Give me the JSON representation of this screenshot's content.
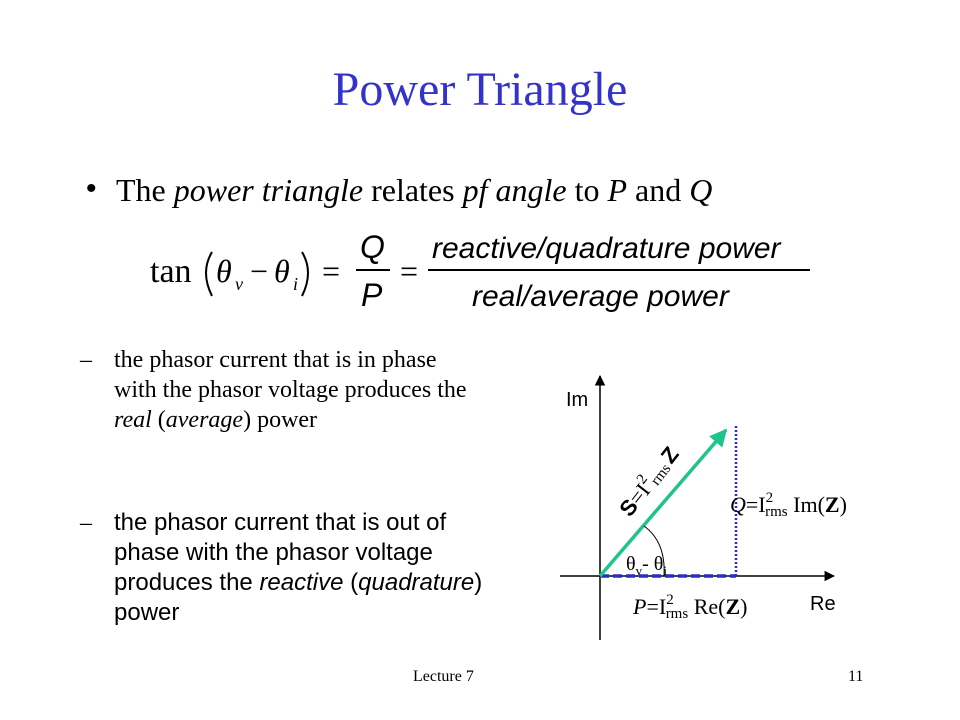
{
  "slide": {
    "title": "Power Triangle",
    "bullet": {
      "dot": "•",
      "text_1": "The ",
      "text_2": "power triangle",
      "text_3": " relates ",
      "text_4": "pf angle",
      "text_5": " to ",
      "text_6": "P",
      "text_7": " and ",
      "text_8": "Q"
    },
    "equation": {
      "lhs_func": "tan",
      "lhs_theta_v": "θ",
      "lhs_sub_v": "v",
      "lhs_minus": "−",
      "lhs_theta_i": "θ",
      "lhs_sub_i": "i",
      "eq1": "=",
      "frac1_num": "Q",
      "frac1_den": "P",
      "eq2": "=",
      "frac2_num": "reactive/quadrature power",
      "frac2_den": "real/average power"
    },
    "sub_bullets": [
      {
        "dash": "–",
        "parts": [
          "the phasor current that is in phase with the phasor voltage produces the ",
          "real",
          " (",
          "average",
          ") power"
        ]
      },
      {
        "dash": "–",
        "parts": [
          "the phasor current that is out of phase with the phasor voltage produces the ",
          "reactive",
          " (",
          "quadrature",
          ") power"
        ]
      }
    ],
    "diagram": {
      "axis_im": "Im",
      "axis_re": "Re",
      "s_label": {
        "bold": "S",
        "eq": "=I",
        "sup": "2",
        "sub": "rms",
        "z": "Z"
      },
      "q_label": {
        "it": "Q",
        "eq": "=I",
        "sup": "2",
        "sub": "rms",
        "fn": " Im(",
        "z": "Z",
        "close": ")"
      },
      "p_label": {
        "it": "P",
        "eq": "=I",
        "sup": "2",
        "sub": "rms",
        "fn": " Re(",
        "z": "Z",
        "close": ")"
      },
      "angle": {
        "theta1": "θ",
        "sub1": "v",
        "minus": "- ",
        "theta2": "θ",
        "sub2": "i"
      },
      "colors": {
        "hypotenuse": "#1fc48a",
        "dashed": "#2b2bcc",
        "axes": "#000000"
      }
    },
    "footer": {
      "left": "Lecture 7",
      "right": "11"
    }
  }
}
